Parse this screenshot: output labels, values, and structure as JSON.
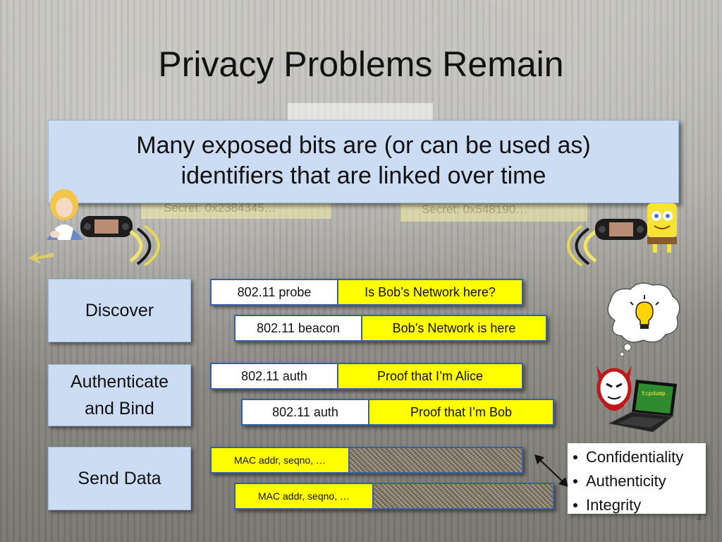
{
  "slide": {
    "title": "Privacy Problems Remain",
    "callout": {
      "line1": "Many exposed bits are (or can be used as)",
      "line2": "identifiers that are linked over time"
    },
    "background_labels": {
      "left_secret": "Secret: 0x2384345…",
      "right_secret": "Secret: 0x548190…"
    },
    "phases": [
      {
        "label_line1": "Discover",
        "label_line2": ""
      },
      {
        "label_line1": "Authenticate",
        "label_line2": "and Bind"
      },
      {
        "label_line1": "Send Data",
        "label_line2": ""
      }
    ],
    "packets": {
      "probe": {
        "header": "802.11 probe",
        "payload": "Is Bob’s Network here?"
      },
      "beacon": {
        "header": "802.11 beacon",
        "payload": "Bob’s Network is here"
      },
      "auth_alice": {
        "header": "802.11 auth",
        "payload": "Proof that I’m Alice"
      },
      "auth_bob": {
        "header": "802.11 auth",
        "payload": "Proof that I’m Bob"
      },
      "data1": {
        "header": "MAC addr, seqno, …"
      },
      "data2": {
        "header": "MAC addr, seqno, …"
      }
    },
    "properties": [
      "Confidentiality",
      "Authenticity",
      "Integrity"
    ],
    "laptop_screen_text": "tcpdump",
    "page_number": "4",
    "colors": {
      "callout_bg": "#cbdcf3",
      "packet_border": "#3a5fa6",
      "highlight": "#ffff00"
    },
    "icons": [
      "alice-character-icon",
      "handheld-console-icon",
      "signal-wave-icon",
      "spongebob-character-icon",
      "lightbulb-thought-icon",
      "devil-hacker-icon",
      "laptop-icon",
      "double-arrow-icon"
    ]
  }
}
